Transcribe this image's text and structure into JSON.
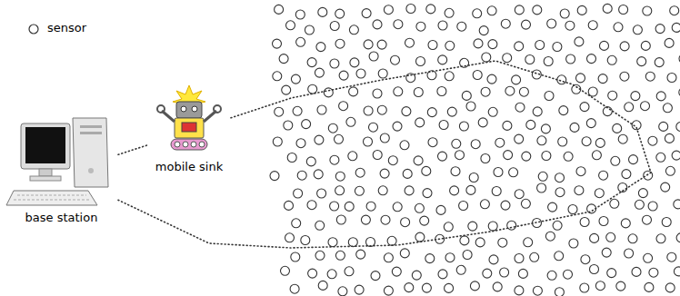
{
  "diagram": {
    "nodes": [
      {
        "text": [
          "base station"
        ]
      },
      {
        "text": [
          "mobile sink"
        ]
      }
    ],
    "edges": [
      {
        "from": 0,
        "to": 1,
        "arrow": "none"
      },
      {
        "from": 1,
        "to": 0,
        "arrow": "none"
      }
    ],
    "legend": [
      {
        "text": "sensor"
      }
    ]
  }
}
